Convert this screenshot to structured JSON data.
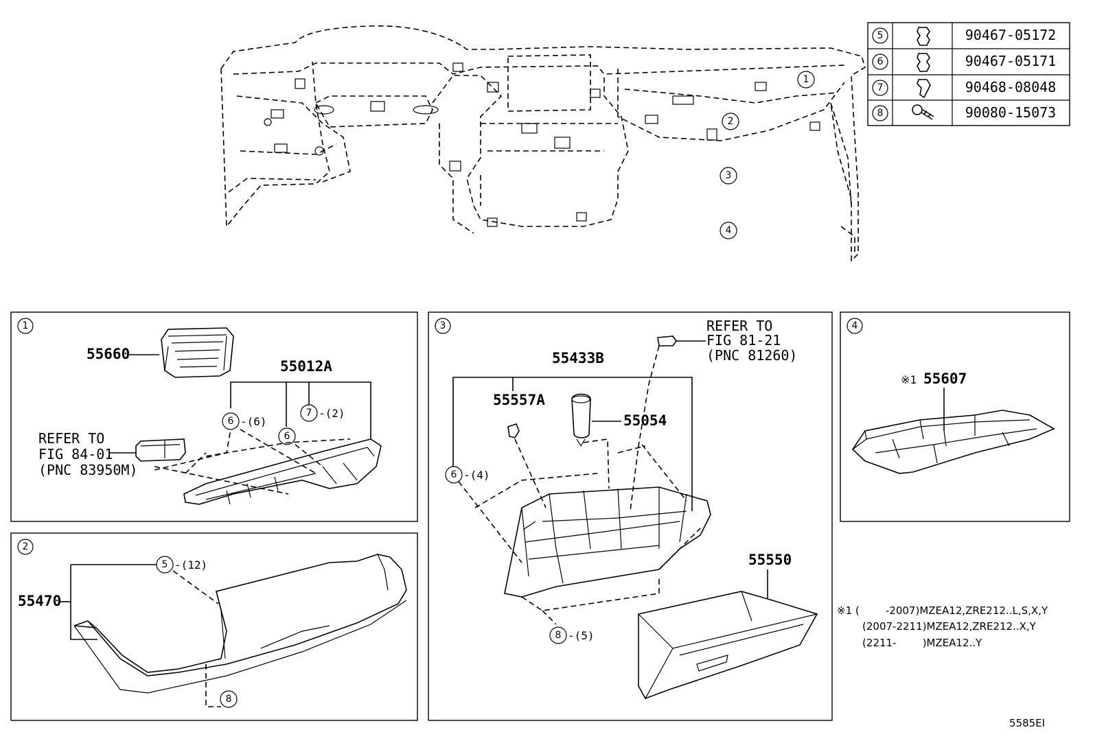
{
  "callouts": {
    "c1": "1",
    "c2": "2",
    "c3": "3",
    "c4": "4",
    "c5": "5",
    "c6": "6",
    "c7": "7",
    "c8": "8"
  },
  "hardware_table": [
    {
      "ref": "5",
      "part": "90467-05172"
    },
    {
      "ref": "6",
      "part": "90467-05171"
    },
    {
      "ref": "7",
      "part": "90468-08048"
    },
    {
      "ref": "8",
      "part": "90080-15073"
    }
  ],
  "panel1": {
    "index": "1",
    "p_55660": "55660",
    "p_55012A": "55012A",
    "qty_6": "-(6)",
    "qty_7": "-(2)",
    "refer_l1": "REFER TO",
    "refer_l2": "FIG 84-01",
    "refer_l3": "(PNC 83950M)"
  },
  "panel2": {
    "index": "2",
    "p_55470": "55470",
    "qty_5": "-(12)"
  },
  "panel3": {
    "index": "3",
    "p_55433B": "55433B",
    "p_55557A": "55557A",
    "p_55054": "55054",
    "p_55550": "55550",
    "qty_6": "-(4)",
    "qty_8": "-(5)",
    "refer_l1": "REFER TO",
    "refer_l2": "FIG 81-21",
    "refer_l3": "(PNC 81260)"
  },
  "panel4": {
    "index": "4",
    "note_mark": "※1",
    "p_55607": "55607"
  },
  "notes": {
    "l1": "※1 (        -2007)MZEA12,ZRE212..L,S,X,Y",
    "l2": "(2007-2211)MZEA12,ZRE212..X,Y",
    "l3": "(2211-        )MZEA12..Y"
  },
  "figure_id": "5585EI"
}
